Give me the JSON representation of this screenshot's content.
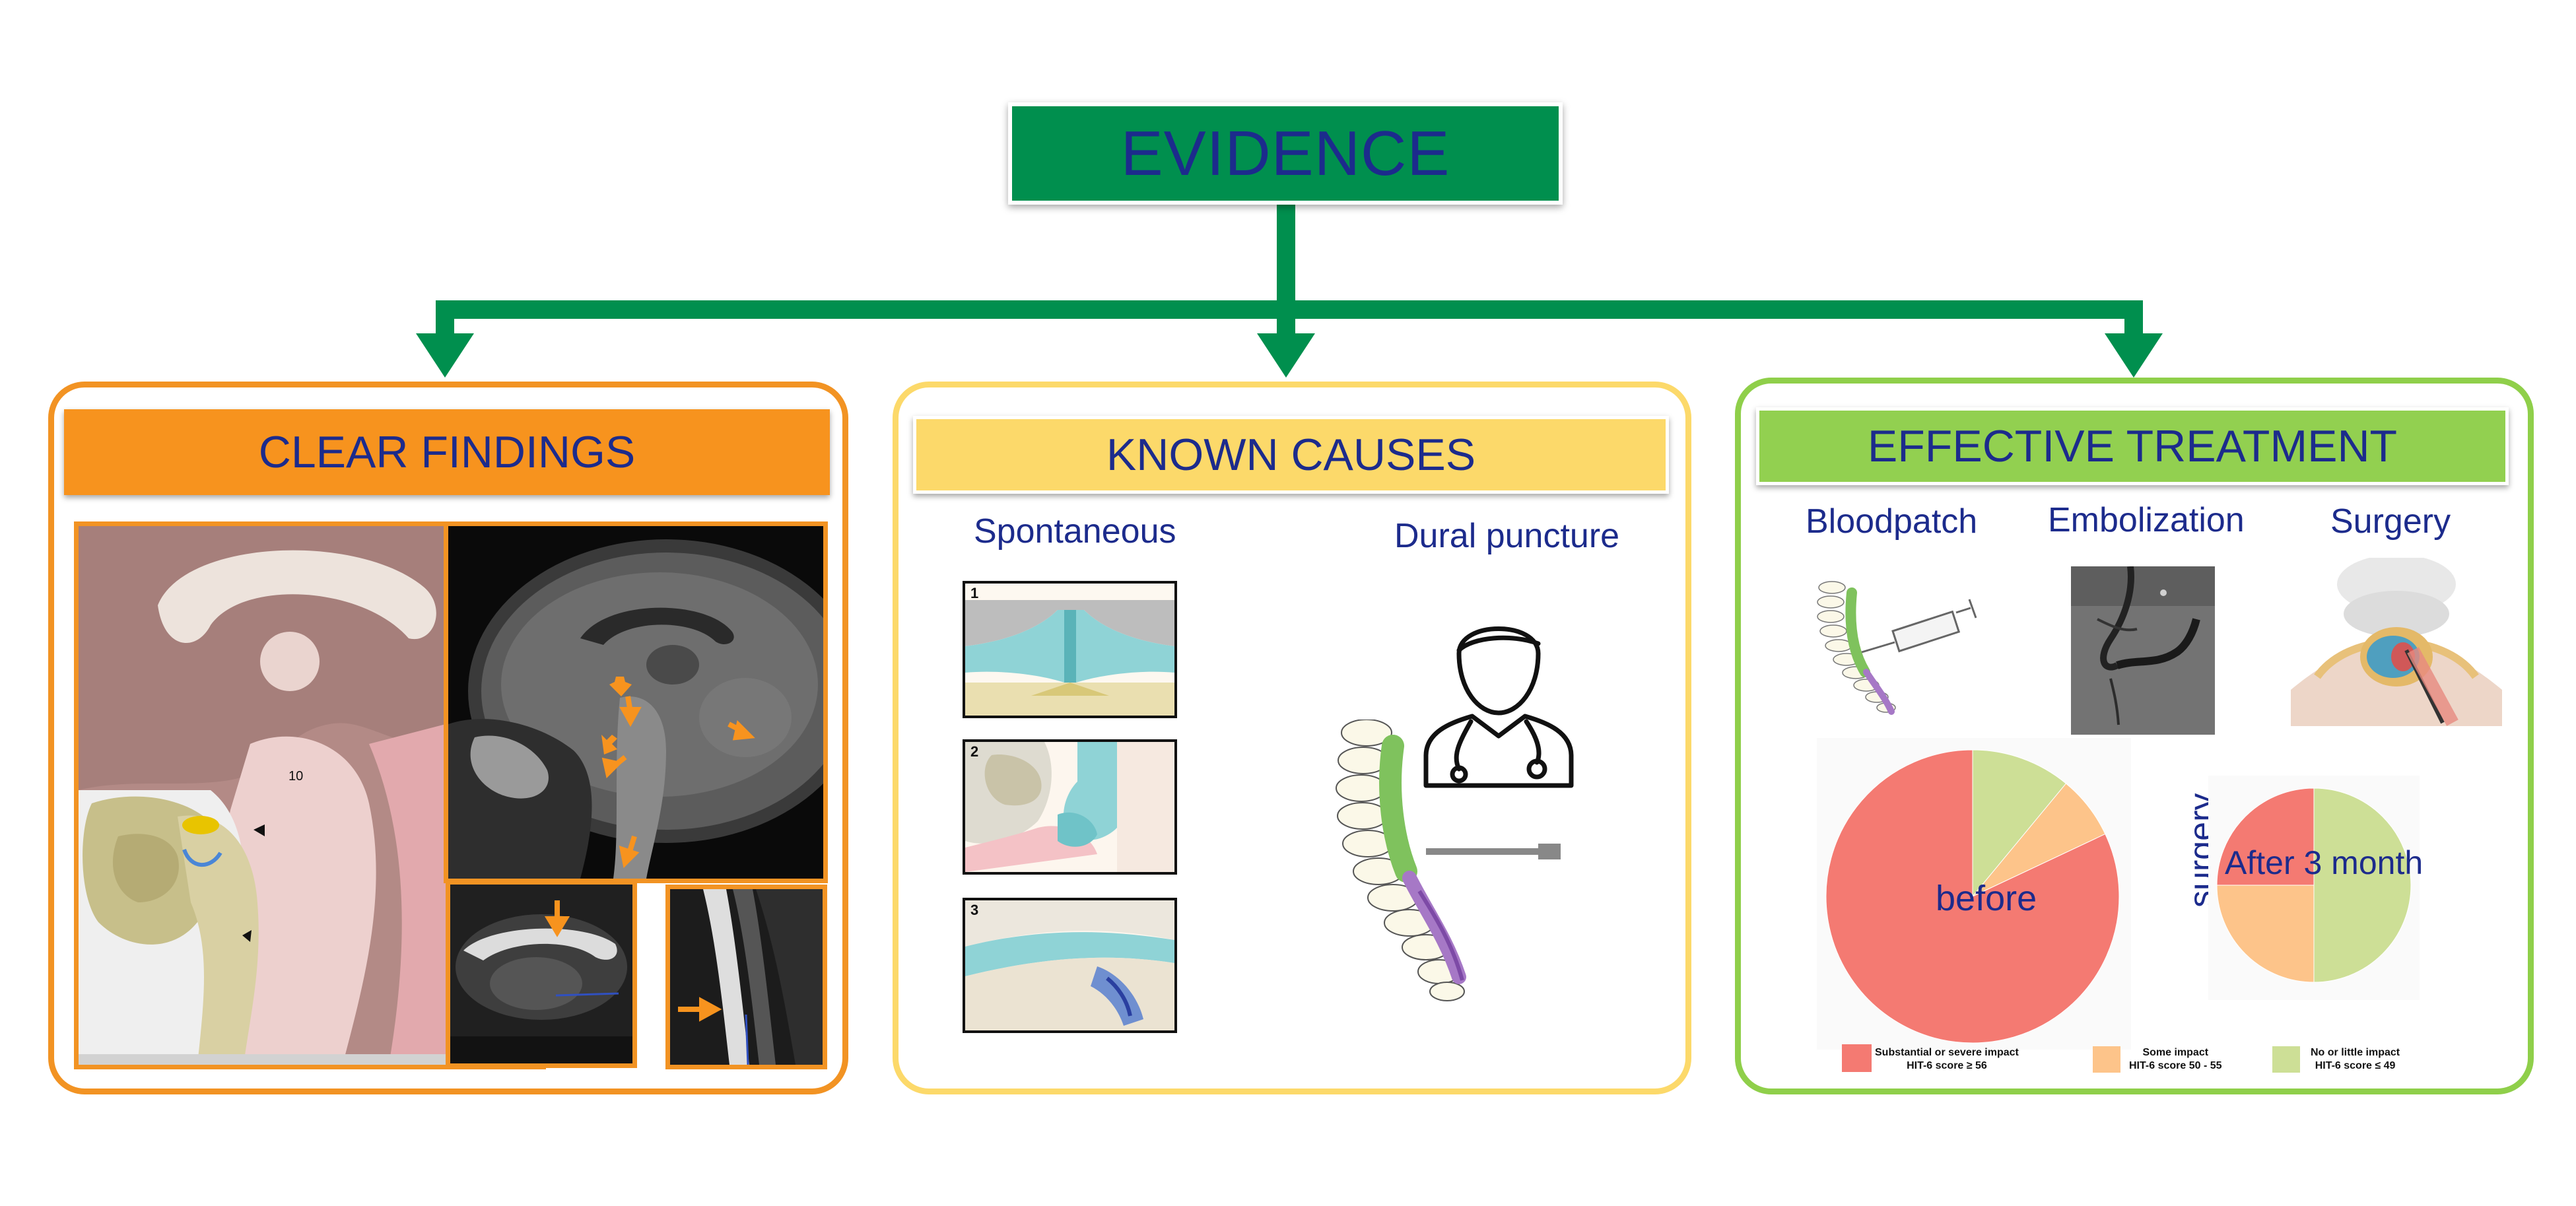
{
  "root": {
    "label": "EVIDENCE"
  },
  "colors": {
    "connector": "#008f4e",
    "title_text": "#1c2b8c",
    "findings": "#f7931e",
    "causes": "#fcd96a",
    "treatment": "#92d050",
    "pie_severe": "#f47a72",
    "pie_some": "#fdc48a",
    "pie_little": "#cddf96"
  },
  "findings": {
    "title": "CLEAR FINDINGS",
    "anatomy_label": "10"
  },
  "causes": {
    "title": "KNOWN CAUSES",
    "spontaneous_label": "Spontaneous",
    "dural_label": "Dural puncture",
    "panels": [
      {
        "number": "1"
      },
      {
        "number": "2"
      },
      {
        "number": "3"
      }
    ],
    "icons": [
      "doctor-icon",
      "spine-needle-icon"
    ]
  },
  "treatment": {
    "title": "EFFECTIVE TREATMENT",
    "methods": [
      {
        "label": "Bloodpatch",
        "icon": "syringe-spine-icon"
      },
      {
        "label": "Embolization",
        "icon": "angiogram-image"
      },
      {
        "label": "Surgery",
        "icon": "surgery-illustration"
      }
    ],
    "surgery_label": "surgery",
    "legend": [
      {
        "line1": "Substantial or severe impact",
        "line2": "HIT-6 score ≥ 56"
      },
      {
        "line1": "Some impact",
        "line2": "HIT-6 score 50 - 55"
      },
      {
        "line1": "No or little impact",
        "line2": "HIT-6 score ≤ 49"
      }
    ]
  },
  "chart_data": [
    {
      "type": "pie",
      "label": "before",
      "categories": [
        "Substantial or severe impact",
        "Some impact",
        "No or little impact"
      ],
      "values": [
        82,
        7,
        11
      ]
    },
    {
      "type": "pie",
      "label": "After 3 month",
      "categories": [
        "Substantial or severe impact",
        "Some impact",
        "No or little impact"
      ],
      "values": [
        25,
        25,
        50
      ]
    }
  ]
}
